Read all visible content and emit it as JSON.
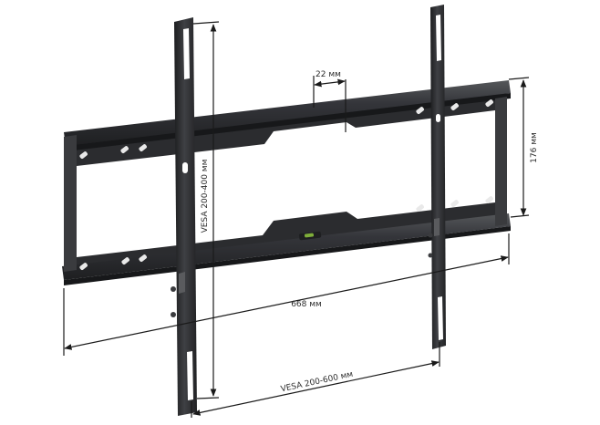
{
  "colors": {
    "background": "#ffffff",
    "metal": "#2e2f31",
    "metal_light": "#4a4b4e",
    "metal_dark": "#1c1c1e",
    "dimension_line": "#1a1a1a",
    "label_text": "#2b2b2b",
    "level_bubble": "#7fae3a"
  },
  "dimensions": {
    "top_gap": "22 мм",
    "height": "176 мм",
    "width": "668 мм",
    "vesa_vertical": "VESA 200-400 мм",
    "vesa_horizontal": "VESA 200-600 мм"
  }
}
